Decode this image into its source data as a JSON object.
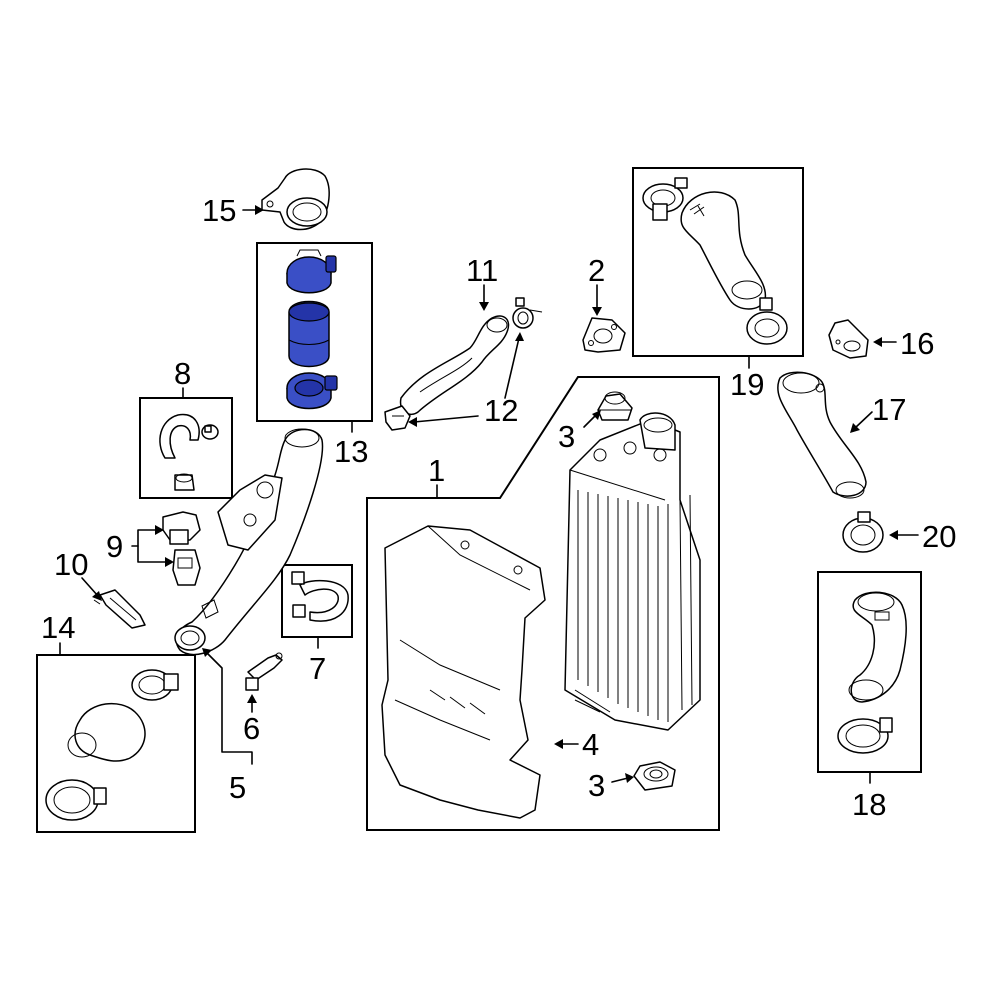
{
  "highlight_color": "#3a4fc6",
  "callouts": {
    "c1": "1",
    "c2": "2",
    "c3a": "3",
    "c3b": "3",
    "c4": "4",
    "c5": "5",
    "c6": "6",
    "c7": "7",
    "c8": "8",
    "c9": "9",
    "c10": "10",
    "c11": "11",
    "c12": "12",
    "c13": "13",
    "c14": "14",
    "c15": "15",
    "c16": "16",
    "c17": "17",
    "c18": "18",
    "c19": "19",
    "c20": "20"
  }
}
